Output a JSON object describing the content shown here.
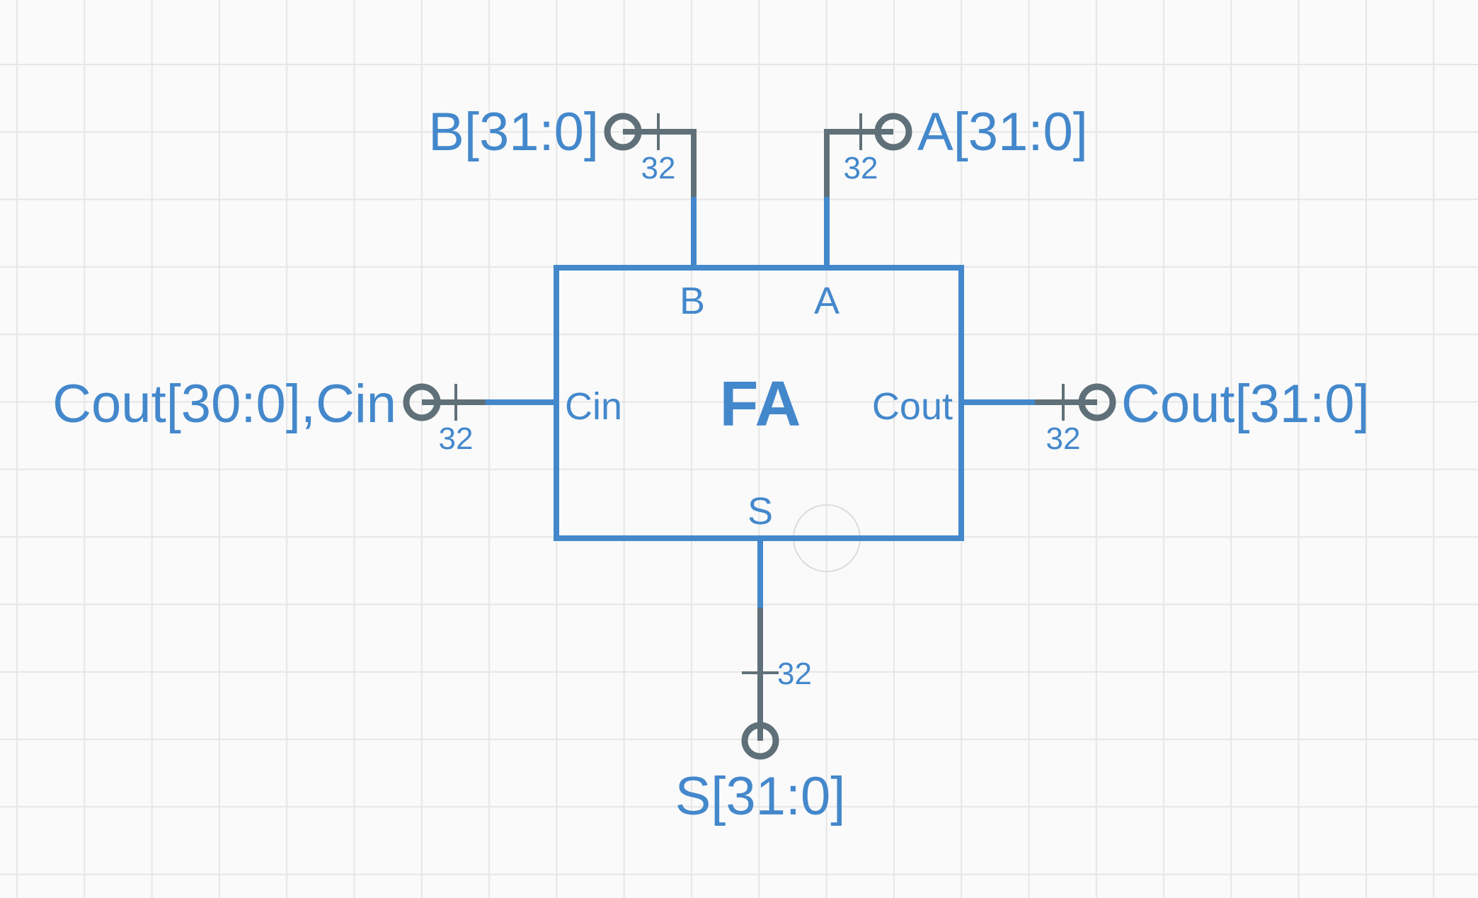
{
  "colors": {
    "background": "#fafafa",
    "grid": "#e6e6e6",
    "block": "#4488cc",
    "wire_bus": "#607078",
    "label": "#4488cc"
  },
  "component": {
    "name": "FA",
    "ports": {
      "b": "B",
      "a": "A",
      "cin": "Cin",
      "cout": "Cout",
      "s": "S"
    }
  },
  "pins": {
    "b_input": {
      "label": "B[31:0]",
      "width": "32"
    },
    "a_input": {
      "label": "A[31:0]",
      "width": "32"
    },
    "cin_input": {
      "label": "Cout[30:0],Cin",
      "width": "32"
    },
    "cout_output": {
      "label": "Cout[31:0]",
      "width": "32"
    },
    "s_output": {
      "label": "S[31:0]",
      "width": "32"
    }
  }
}
